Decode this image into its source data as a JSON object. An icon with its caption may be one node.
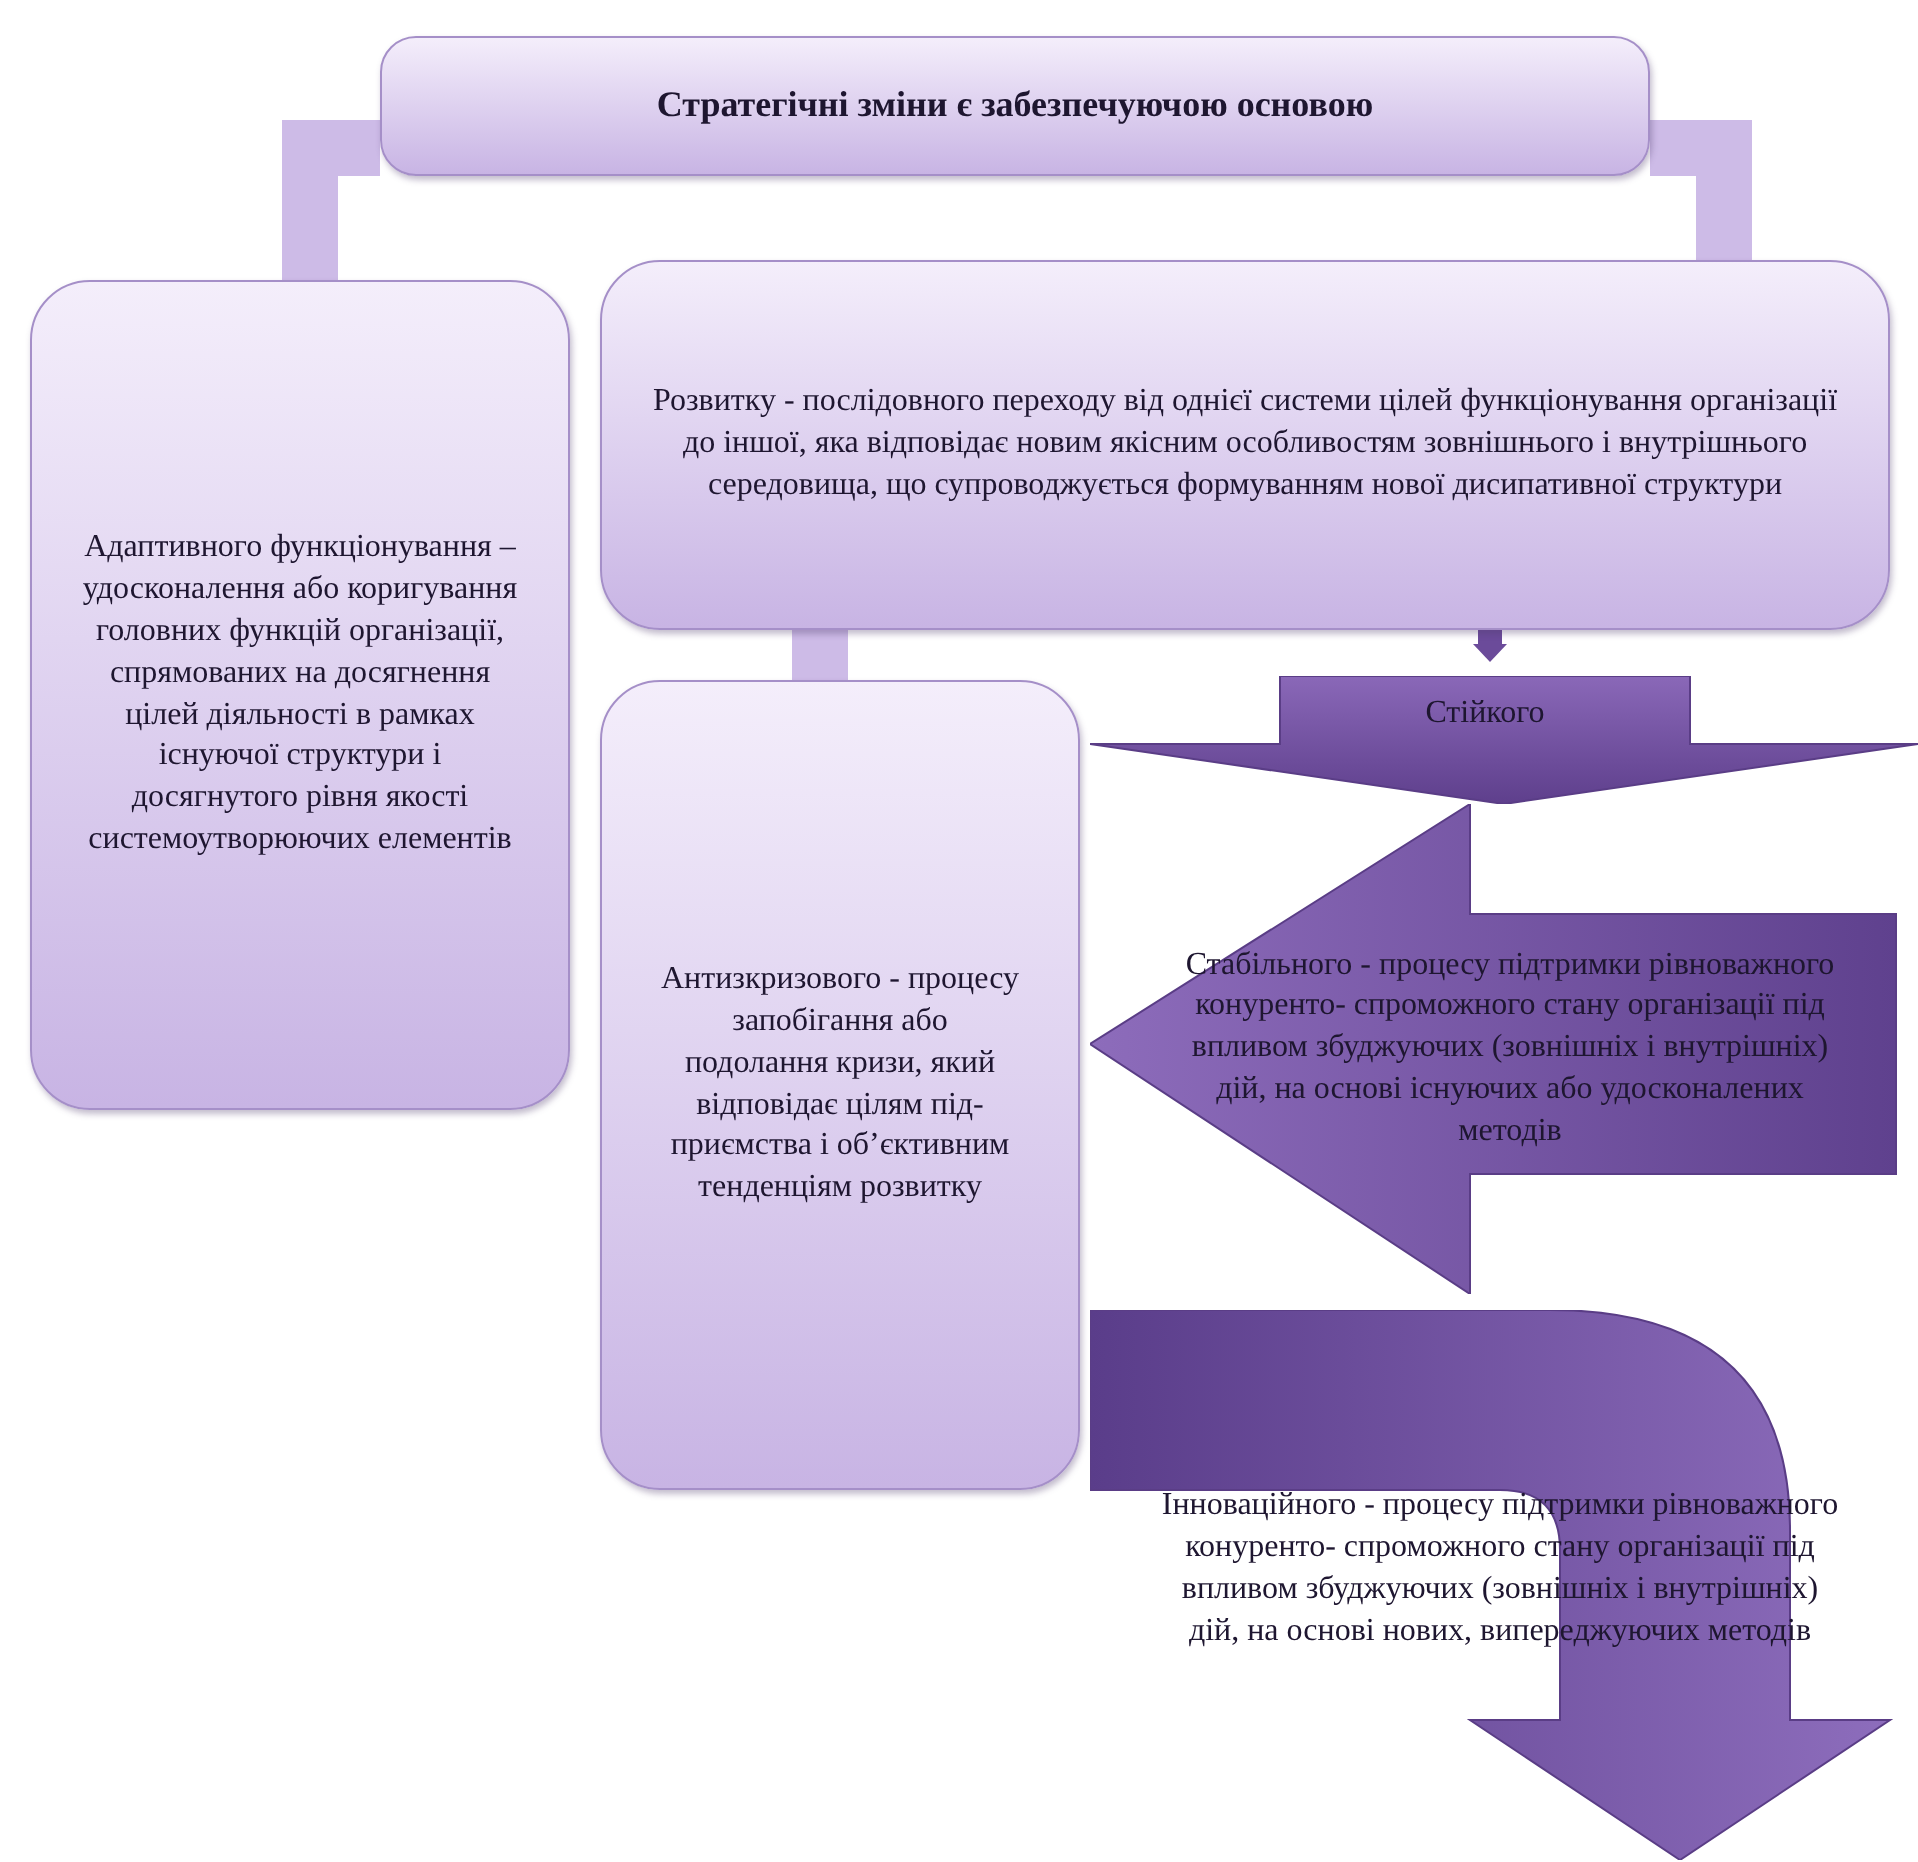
{
  "diagram": {
    "nodes": [
      {
        "text": [
          "Стратегічні зміни є забезпечуючою основою"
        ]
      },
      {
        "text": [
          "Адаптивного функціонування – удосконалення або коригування головних функцій організації, спрямованих на досягнення цілей діяльності в рамках існуючої структури і досягнутого рівня якості системоутворюючих елементів"
        ]
      },
      {
        "text": [
          "Розвитку - послідовного переходу від однієї системи цілей функціонування організації до іншої, яка відповідає новим якісним особливостям зовнішнього і внутрішнього середовища, що супроводжується формуванням нової дисипативної структури"
        ]
      },
      {
        "text": [
          "Антизкризового - процесу запобігання або подолання кризи, який відповідає цілям під- приємства і об’єктивним тенденціям розвитку"
        ]
      },
      {
        "text": [
          "Стійкого"
        ]
      },
      {
        "text": [
          "Стабільного - процесу підтримки рівноважного конуренто- спроможного стану організації під впливом збуджуючих (зовнішніх і внутрішніх) дій, на основі існуючих або удосконалених методів"
        ]
      },
      {
        "text": [
          "Інноваційного - процесу підтримки рівноважного конуренто- спроможного стану організації під впливом збуджуючих (зовнішніх і внутрішніх) дій, на основі нових, випереджуючих методів"
        ]
      }
    ],
    "edges": [
      {
        "from": 0,
        "to": 1,
        "arrow": "none"
      },
      {
        "from": 0,
        "to": 2,
        "arrow": "none"
      },
      {
        "from": 2,
        "to": 3,
        "arrow": "none"
      },
      {
        "from": 2,
        "to": 4,
        "arrow": "to",
        "color": "#6b4b9a"
      }
    ]
  }
}
